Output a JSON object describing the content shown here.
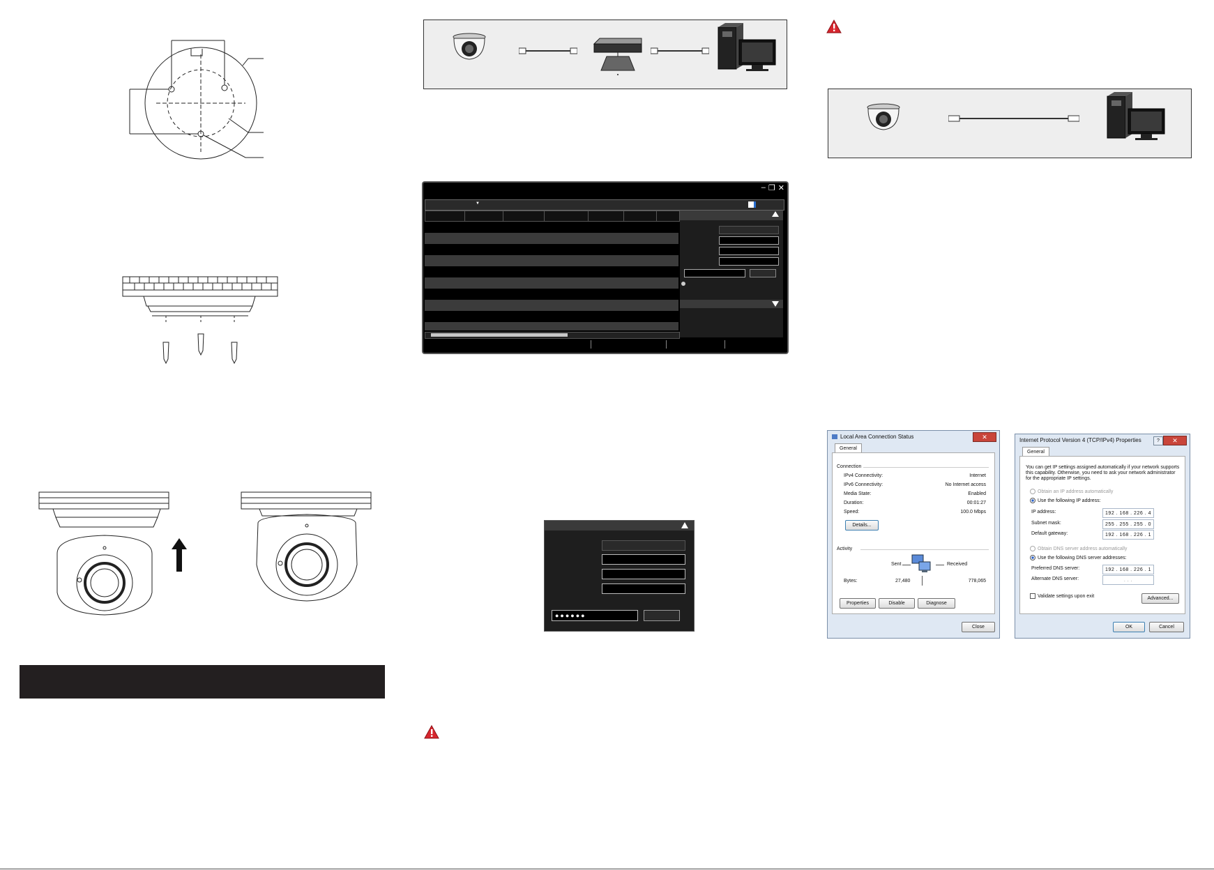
{
  "lan_status": {
    "title": "Local Area Connection Status",
    "tab": "General",
    "connection_heading": "Connection",
    "rows": [
      {
        "label": "IPv4 Connectivity:",
        "value": "Internet"
      },
      {
        "label": "IPv6 Connectivity:",
        "value": "No Internet access"
      },
      {
        "label": "Media State:",
        "value": "Enabled"
      },
      {
        "label": "Duration:",
        "value": "00:01:27"
      },
      {
        "label": "Speed:",
        "value": "100.0 Mbps"
      }
    ],
    "details_button": "Details...",
    "activity_heading": "Activity",
    "sent_label": "Sent",
    "received_label": "Received",
    "bytes_label": "Bytes:",
    "bytes_sent": "27,480",
    "bytes_received": "778,065",
    "properties_button": "Properties",
    "disable_button": "Disable",
    "diagnose_button": "Diagnose",
    "close_button": "Close"
  },
  "ipv4": {
    "title": "Internet Protocol Version 4 (TCP/IPv4) Properties",
    "help": "?",
    "tab": "General",
    "description": "You can get IP settings assigned automatically if your network supports this capability. Otherwise, you need to ask your network administrator for the appropriate IP settings.",
    "auto_ip": "Obtain an IP address automatically",
    "manual_ip": "Use the following IP address:",
    "ip_label": "IP address:",
    "ip_value": "192 . 168 . 226 .  4",
    "subnet_label": "Subnet mask:",
    "subnet_value": "255 . 255 . 255 .  0",
    "gateway_label": "Default gateway:",
    "gateway_value": "192 . 168 . 226 .  1",
    "auto_dns": "Obtain DNS server address automatically",
    "manual_dns": "Use the following DNS server addresses:",
    "preferred_dns_label": "Preferred DNS server:",
    "preferred_dns_value": "192 . 168 . 226 .  1",
    "alternate_dns_label": "Alternate DNS server:",
    "alternate_dns_value": ".      .      .",
    "validate_label": "Validate settings upon exit",
    "advanced_button": "Advanced...",
    "ok_button": "OK",
    "cancel_button": "Cancel"
  },
  "login_panel": {
    "password_mask": "●●●●●●"
  },
  "tool_window": {
    "dropdown_arrow": "▼",
    "window_buttons": [
      "–",
      "❐",
      "✕"
    ]
  },
  "colors": {
    "warning_red": "#d7262e",
    "bar_black": "#231f20",
    "xp_blue": "#dfe8f3"
  }
}
